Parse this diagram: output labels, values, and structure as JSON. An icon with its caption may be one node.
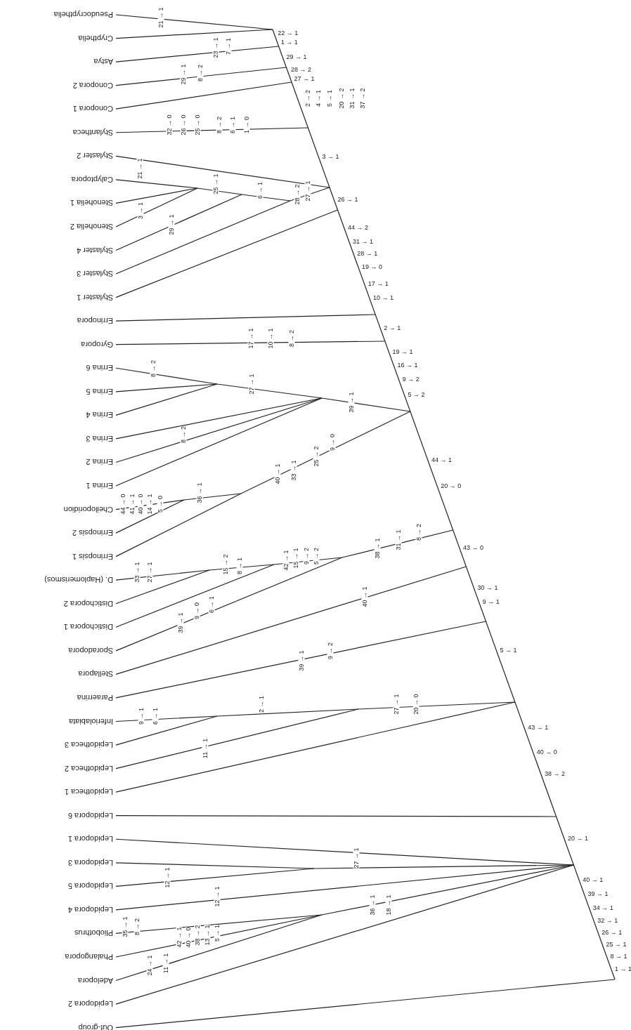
{
  "diagram": {
    "labels": [
      "Pseudocrypthelia",
      "Crypthelia",
      "Astya",
      "Conopora 2",
      "Conopora 1",
      "Stylantheca",
      "Stylaster 2",
      "Calyptopora",
      "Stenohelia 1",
      "Stenohelia 2",
      "Stylaster 4",
      "Stylaster 3",
      "Stylaster 1",
      "Errinopora",
      "Gyropora",
      "Errina 6",
      "Errina 5",
      "Errina 4",
      "Errina 3",
      "Errina 2",
      "Errina 1",
      "Cheiloporidion",
      "Errinopsis 2",
      "Errinopsis 1",
      "D. (Haplomerismos)",
      "Distichopora 2",
      "Distichopora 1",
      "Sporadopora",
      "Stellapora",
      "Paraerrina",
      "Inferiolabiata",
      "Lepidotheca 3",
      "Lepidotheca 2",
      "Lepidotheca 1",
      "Lepidopora 6",
      "Lepidopora 1",
      "Lepidopora 3",
      "Lepidopora 5",
      "Lepidopora 4",
      "Pliobothrus",
      "Phalangopora",
      "Adelopora",
      "Lepidopora 2",
      "Out-group",
      "21 → 1",
      "23 → 1",
      "7 → 1",
      "22 → 1",
      "1 → 1",
      "29 → 1",
      "28 → 2",
      "27 → 1",
      "29 → 1",
      "8 → 2",
      "2 → 2",
      "4 → 1",
      "5 → 1",
      "20 → 2",
      "31 → 1",
      "37 → 2",
      "32 → 0",
      "26 → 0",
      "25 → 0",
      "8 → 2",
      "6 → 1",
      "1 → 0",
      "3 → 1",
      "21 → 1",
      "25 → 1",
      "6 → 1",
      "28 → 2",
      "27 → 1",
      "26 → 1",
      "3 → 1",
      "29 → 1",
      "44 → 2",
      "31 → 1",
      "28 → 1",
      "19 → 0",
      "17 → 1",
      "10 → 1",
      "2 → 1",
      "17 → 1",
      "10 → 1",
      "8 → 2",
      "19 → 1",
      "16 → 1",
      "9 → 2",
      "5 → 2",
      "8 → 2",
      "27 → 1",
      "39 → 1",
      "8 → 2",
      "25 → 2",
      "9 → 0",
      "40 → 1",
      "33 → 1",
      "44 → 1",
      "20 → 0",
      "36 → 1",
      "44 → 0",
      "41 → 1",
      "40 → 0",
      "14 → 1",
      "5 → 0",
      "38 → 1",
      "31 → 1",
      "8 → 2",
      "43 → 0",
      "33 → 1",
      "27 → 1",
      "15 → 2",
      "8 → 1",
      "42 → 1",
      "15 → 1",
      "9 → 2",
      "5 → 2",
      "30 → 1",
      "9 → 1",
      "39 → 1",
      "9 → 0",
      "6 → 1",
      "40 → 1",
      "5 → 1",
      "39 → 1",
      "9 → 2",
      "9 → 1",
      "6 → 1",
      "2 → 1",
      "27 → 1",
      "20 → 0",
      "11 → 1",
      "43 → 1",
      "40 → 0",
      "38 → 2",
      "20 → 1",
      "27 → 1",
      "12 → 1",
      "12 → 1",
      "36 → 1",
      "18 → 1",
      "35 → 1",
      "8 → 2",
      "42 → 1",
      "40 → 0",
      "38 → 2",
      "13 → 1",
      "5 → 1",
      "24 → 1",
      "11 → 1",
      "40 → 1",
      "39 → 1",
      "34 → 1",
      "32 → 1",
      "26 → 1",
      "25 → 1",
      "8 → 1",
      "1 → 1"
    ]
  }
}
